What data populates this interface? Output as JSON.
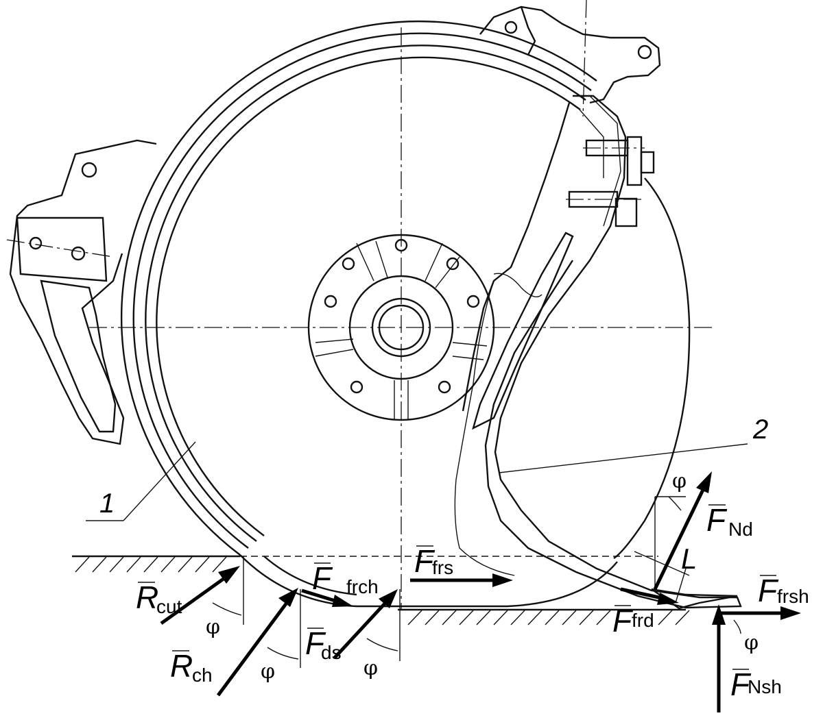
{
  "parts": {
    "disc_number": "1",
    "shank_number": "2"
  },
  "forces": {
    "r_cut": {
      "main": "R",
      "sub": "cut"
    },
    "r_ch": {
      "main": "R",
      "sub": "ch"
    },
    "f_frch": {
      "main": "F",
      "sub": "frch"
    },
    "f_ds": {
      "main": "F",
      "sub": "ds"
    },
    "f_frs": {
      "main": "F",
      "sub": "frs"
    },
    "f_nd": {
      "main": "F",
      "sub": "Nd"
    },
    "f_frd": {
      "main": "F",
      "sub": "frd"
    },
    "f_frsh": {
      "main": "F",
      "sub": "frsh"
    },
    "f_nsh": {
      "main": "F",
      "sub": "Nsh"
    }
  },
  "angle_symbol": "φ",
  "length_symbol": "L"
}
